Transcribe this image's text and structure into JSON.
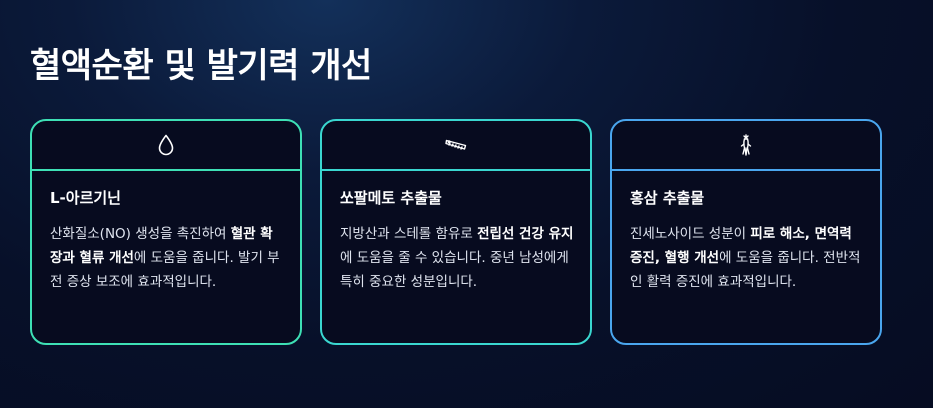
{
  "page": {
    "title": "혈액순환 및 발기력 개선"
  },
  "cards": [
    {
      "icon": "water-drop-icon",
      "title": "L-아르기닌",
      "text_before": "산화질소(NO) 생성을 촉진하여 ",
      "text_bold": "혈관 확장과 혈류 개선",
      "text_after": "에 도움을 줍니다. 발기 부전 증상 보조에 효과적입니다."
    },
    {
      "icon": "saw-palmetto-leaf-icon",
      "title": "쏘팔메토 추출물",
      "text_before": "지방산과 스테롤 함유로 ",
      "text_bold": "전립선 건강 유지",
      "text_after": "에 도움을 줄 수 있습니다. 중년 남성에게 특히 중요한 성분입니다."
    },
    {
      "icon": "ginseng-root-icon",
      "title": "홍삼 추출물",
      "text_before": "진세노사이드 성분이 ",
      "text_bold": "피로 해소, 면역력 증진, 혈행 개선",
      "text_after": "에 도움을 줍니다. 전반적인 활력 증진에 효과적입니다."
    }
  ]
}
